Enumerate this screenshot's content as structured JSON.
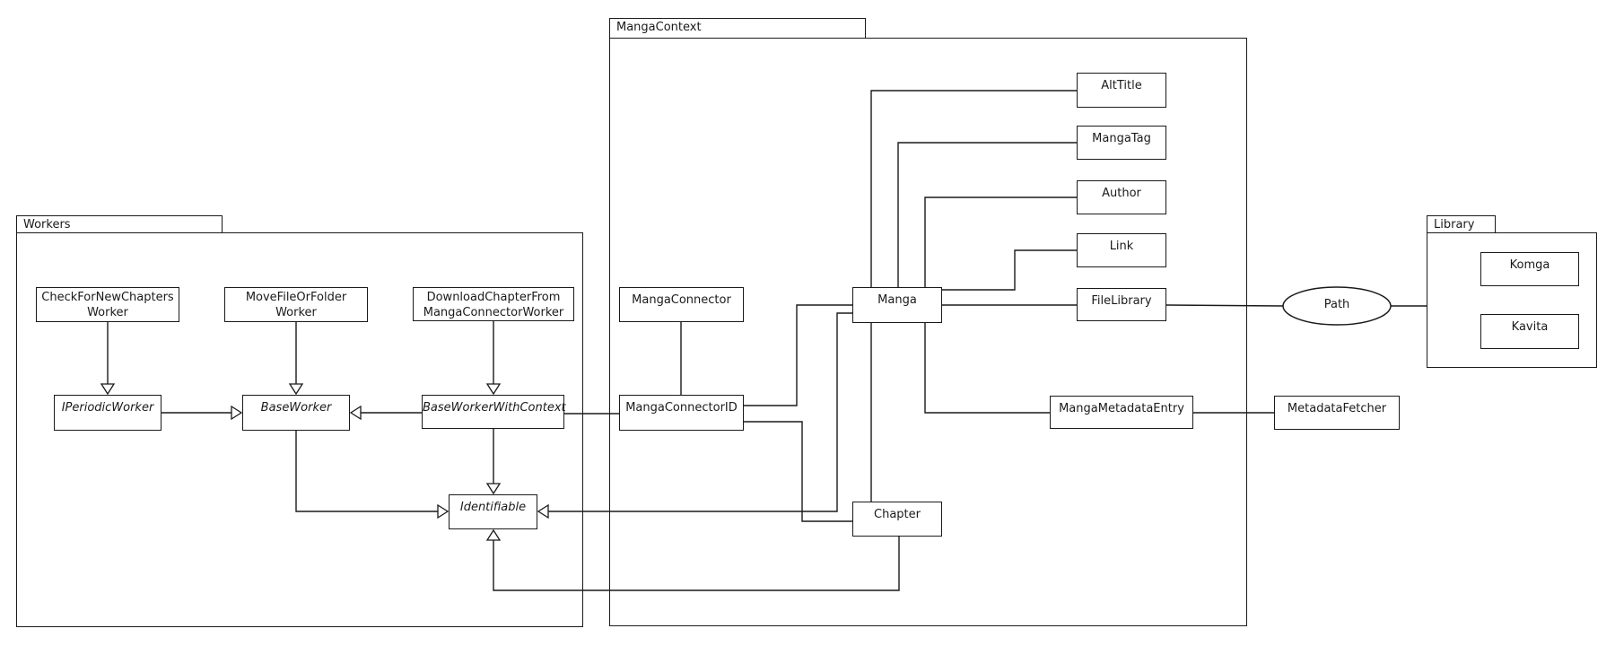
{
  "colors": {
    "line": "#1a1a1a",
    "background": "#ffffff"
  },
  "packages": {
    "workers": {
      "label": "Workers"
    },
    "manga_context": {
      "label": "MangaContext"
    },
    "library": {
      "label": "Library"
    }
  },
  "nodes": {
    "check_for_new_chapters_worker": {
      "lines": [
        "CheckForNewChapters",
        "Worker"
      ]
    },
    "move_file_or_folder_worker": {
      "lines": [
        "MoveFileOrFolder",
        "Worker"
      ]
    },
    "download_chapter_from_manga_connector_worker": {
      "lines": [
        "DownloadChapterFrom",
        "MangaConnectorWorker"
      ]
    },
    "i_periodic_worker": {
      "label": "IPeriodicWorker",
      "abstract": true
    },
    "base_worker": {
      "label": "BaseWorker",
      "abstract": true
    },
    "base_worker_with_context": {
      "label": "BaseWorkerWithContext",
      "abstract": true
    },
    "identifiable": {
      "label": "Identifiable",
      "abstract": true
    },
    "manga_connector": {
      "label": "MangaConnector"
    },
    "manga_connector_id": {
      "label": "MangaConnectorID"
    },
    "manga": {
      "label": "Manga"
    },
    "chapter": {
      "label": "Chapter"
    },
    "alt_title": {
      "label": "AltTitle"
    },
    "manga_tag": {
      "label": "MangaTag"
    },
    "author": {
      "label": "Author"
    },
    "link": {
      "label": "Link"
    },
    "file_library": {
      "label": "FileLibrary"
    },
    "manga_metadata_entry": {
      "label": "MangaMetadataEntry"
    },
    "metadata_fetcher": {
      "label": "MetadataFetcher"
    },
    "komga": {
      "label": "Komga"
    },
    "kavita": {
      "label": "Kavita"
    },
    "path": {
      "label": "Path",
      "shape": "ellipse"
    }
  },
  "edges": [
    {
      "from": "CheckForNewChaptersWorker",
      "to": "IPeriodicWorker",
      "type": "generalization"
    },
    {
      "from": "MoveFileOrFolderWorker",
      "to": "BaseWorker",
      "type": "generalization"
    },
    {
      "from": "DownloadChapterFromMangaConnectorWorker",
      "to": "BaseWorkerWithContext",
      "type": "generalization"
    },
    {
      "from": "IPeriodicWorker",
      "to": "BaseWorker",
      "type": "generalization"
    },
    {
      "from": "BaseWorkerWithContext",
      "to": "BaseWorker",
      "type": "generalization"
    },
    {
      "from": "BaseWorkerWithContext",
      "to": "Identifiable",
      "type": "generalization"
    },
    {
      "from": "BaseWorker",
      "to": "Identifiable",
      "type": "generalization"
    },
    {
      "from": "Manga",
      "to": "Identifiable",
      "type": "generalization"
    },
    {
      "from": "Chapter",
      "to": "Identifiable",
      "type": "generalization"
    },
    {
      "from": "MangaConnector",
      "to": "MangaConnectorID",
      "type": "association"
    },
    {
      "from": "BaseWorkerWithContext",
      "to": "MangaConnectorID",
      "type": "association"
    },
    {
      "from": "MangaConnectorID",
      "to": "Manga",
      "type": "association"
    },
    {
      "from": "MangaConnectorID",
      "to": "Chapter",
      "type": "association"
    },
    {
      "from": "Manga",
      "to": "Chapter",
      "type": "association"
    },
    {
      "from": "Manga",
      "to": "AltTitle",
      "type": "association"
    },
    {
      "from": "Manga",
      "to": "MangaTag",
      "type": "association"
    },
    {
      "from": "Manga",
      "to": "Author",
      "type": "association"
    },
    {
      "from": "Manga",
      "to": "Link",
      "type": "association"
    },
    {
      "from": "Manga",
      "to": "FileLibrary",
      "type": "association"
    },
    {
      "from": "Manga",
      "to": "MangaMetadataEntry",
      "type": "association"
    },
    {
      "from": "FileLibrary",
      "to": "Path",
      "type": "association"
    },
    {
      "from": "Path",
      "to": "Library",
      "type": "association"
    },
    {
      "from": "MangaMetadataEntry",
      "to": "MetadataFetcher",
      "type": "association"
    }
  ]
}
